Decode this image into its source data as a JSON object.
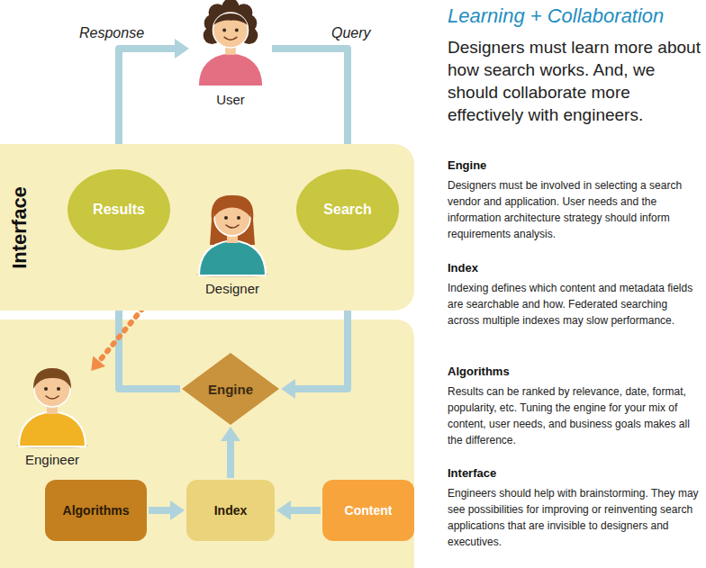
{
  "diagram": {
    "title": "Learning + Collaboration",
    "nodes": [
      {
        "text": [
          "User"
        ]
      },
      {
        "text": [
          "Interface"
        ]
      },
      {
        "text": [
          "Results"
        ],
        "in": 1
      },
      {
        "text": [
          "Designer"
        ],
        "in": 1
      },
      {
        "text": [
          "Search"
        ],
        "in": 1
      },
      {
        "text": [
          "Engineer"
        ]
      },
      {
        "text": [
          "Engine"
        ]
      },
      {
        "text": [
          "Algorithms"
        ]
      },
      {
        "text": [
          "Index"
        ]
      },
      {
        "text": [
          "Content"
        ]
      }
    ],
    "edges": [
      {
        "from": 2,
        "to": 0,
        "label": "Response",
        "arrow": "to"
      },
      {
        "from": 0,
        "to": 4,
        "label": "Query",
        "arrow": "to"
      },
      {
        "from": 4,
        "to": 6,
        "arrow": "to"
      },
      {
        "from": 6,
        "to": 2,
        "arrow": "to"
      },
      {
        "from": 8,
        "to": 6,
        "arrow": "to"
      },
      {
        "from": 7,
        "to": 8,
        "arrow": "to"
      },
      {
        "from": 9,
        "to": 8,
        "arrow": "to"
      },
      {
        "from": 3,
        "to": 5,
        "arrow": "both"
      }
    ],
    "labels": [
      "Designers must learn more about how search works. And, we should collaborate more effectively with engineers.",
      "Engine",
      "Designers must be involved in selecting a search vendor and application. User needs and the information architecture strategy should inform requirements analysis.",
      "Index",
      "Indexing defines which content and metadata fields are searchable and how. Federated searching across multiple indexes may slow performance.",
      "Algorithms",
      "Results can be ranked by relevance, date, format, popularity, etc. Tuning the engine for your mix of content, user needs, and business goals makes all the difference.",
      "Interface",
      "Engineers should help with brainstorming. They may see possibilities for improving or reinventing search applications that are invisible to designers and executives."
    ]
  }
}
